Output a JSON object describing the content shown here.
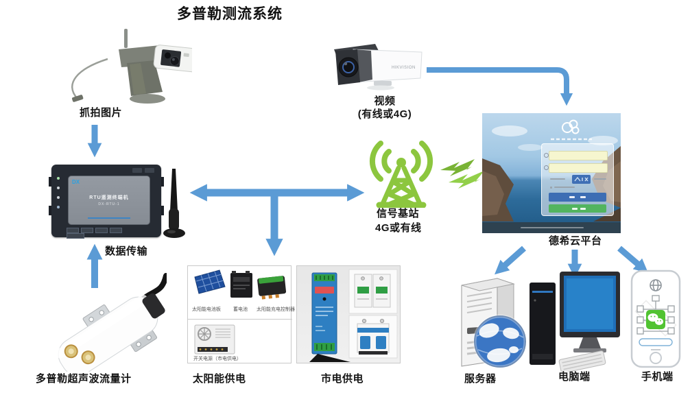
{
  "title": "多普勒测流系统",
  "colors": {
    "arrow_blue": "#5B9BD5",
    "signal_green": "#8CC63E"
  },
  "nodes": {
    "snapshot_camera": {
      "label": "抓拍图片"
    },
    "video_camera": {
      "label_line1": "视频",
      "label_line2": "(有线或4G)",
      "brand": "HIKVISION"
    },
    "rtu": {
      "label": "数据传输",
      "logo": "DX",
      "screen_line1": "RTU遥测终端机",
      "screen_line2": "DX-RTU-1"
    },
    "signal_tower": {
      "label_line1": "信号基站",
      "label_line2": "4G或有线"
    },
    "cloud_platform": {
      "label": "德希云平台"
    },
    "flow_meter": {
      "label": "多普勒超声波流量计"
    },
    "solar_power": {
      "label": "太阳能供电",
      "item_captions": [
        "太阳能电池板",
        "蓄电池",
        "太阳能充电控制器",
        "开关电源（市电供电）"
      ]
    },
    "mains_power": {
      "label": "市电供电"
    },
    "server": {
      "label": "服务器"
    },
    "pc": {
      "label": "电脑端"
    },
    "phone": {
      "label": "手机端"
    }
  }
}
